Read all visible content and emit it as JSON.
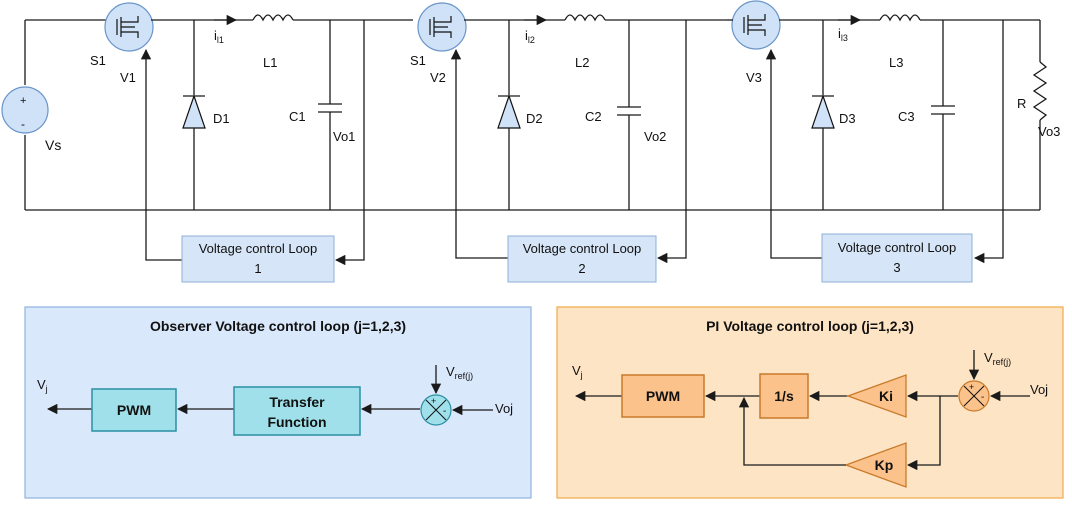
{
  "circuit": {
    "source_label": "Vs",
    "stages": [
      {
        "switch_label": "S1",
        "gate_label": "V1",
        "current_main": "i",
        "current_sub": "l1",
        "inductor_label": "L1",
        "diode_label": "D1",
        "capacitor_label": "C1",
        "output_label": "Vo1",
        "loop_line1": "Voltage control Loop",
        "loop_line2": "1"
      },
      {
        "switch_label": "S1",
        "gate_label": "V2",
        "current_main": "i",
        "current_sub": "l2",
        "inductor_label": "L2",
        "diode_label": "D2",
        "capacitor_label": "C2",
        "output_label": "Vo2",
        "loop_line1": "Voltage control Loop",
        "loop_line2": "2"
      },
      {
        "switch_label": "",
        "gate_label": "V3",
        "current_main": "i",
        "current_sub": "l3",
        "inductor_label": "L3",
        "diode_label": "D3",
        "capacitor_label": "C3",
        "output_label": "",
        "loop_line1": "Voltage control Loop",
        "loop_line2": "3"
      }
    ],
    "load_label": "R",
    "load_output_label": "Vo3"
  },
  "observer_panel": {
    "title": "Observer Voltage control loop (j=1,2,3)",
    "output_main": "V",
    "output_sub": "j",
    "pwm_label": "PWM",
    "tf_line1": "Transfer",
    "tf_line2": "Function",
    "ref_main": "V",
    "ref_sub": "ref(j)",
    "input_label": "Voj",
    "sum_plus": "+",
    "sum_minus": "-"
  },
  "pi_panel": {
    "title": "PI Voltage control loop (j=1,2,3)",
    "output_main": "V",
    "output_sub": "j",
    "pwm_label": "PWM",
    "integrator_label": "1/s",
    "ki_label": "Ki",
    "kp_label": "Kp",
    "ref_main": "V",
    "ref_sub": "ref(j)",
    "input_label": "Voj",
    "sum_plus": "+",
    "sum_minus": "-"
  },
  "colors": {
    "switch_fill": "#cfe2f7",
    "source_fill": "#cfe2f7",
    "loop_box_fill": "#d6e5f7",
    "loop_box_stroke": "#8fb0d8",
    "observer_bg": "#dae8fc",
    "observer_border": "#8fb3e0",
    "cyan_block": "#9fe0ea",
    "cyan_stroke": "#2b8fa3",
    "pi_bg": "#fde4c4",
    "pi_border": "#f0a94a",
    "orange_block": "#fbc28b",
    "orange_stroke": "#c97a2b"
  }
}
